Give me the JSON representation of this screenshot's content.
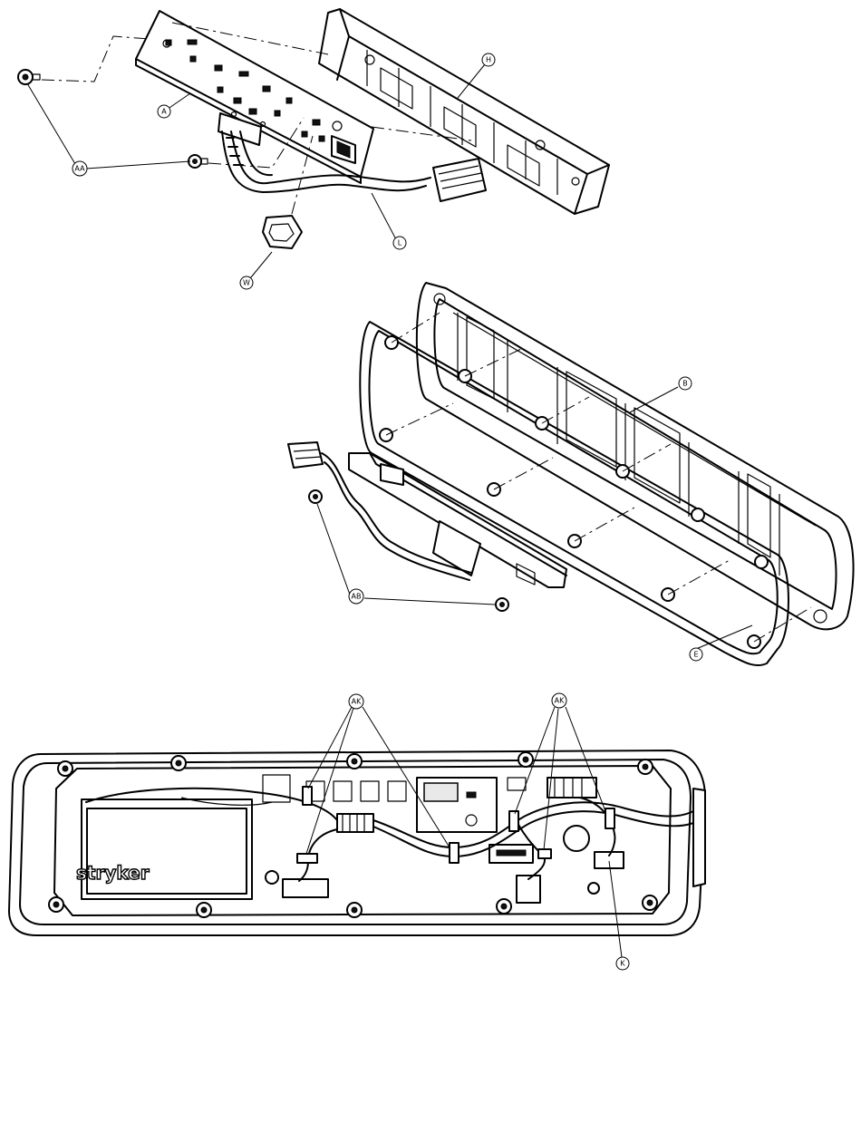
{
  "diagram": {
    "callouts": {
      "A": "A",
      "AA": "AA",
      "H": "H",
      "L": "L",
      "W": "W",
      "B": "B",
      "AB": "AB",
      "E": "E",
      "AK_left": "AK",
      "AK_right": "AK",
      "K": "K"
    },
    "logo_text": "stryker"
  }
}
